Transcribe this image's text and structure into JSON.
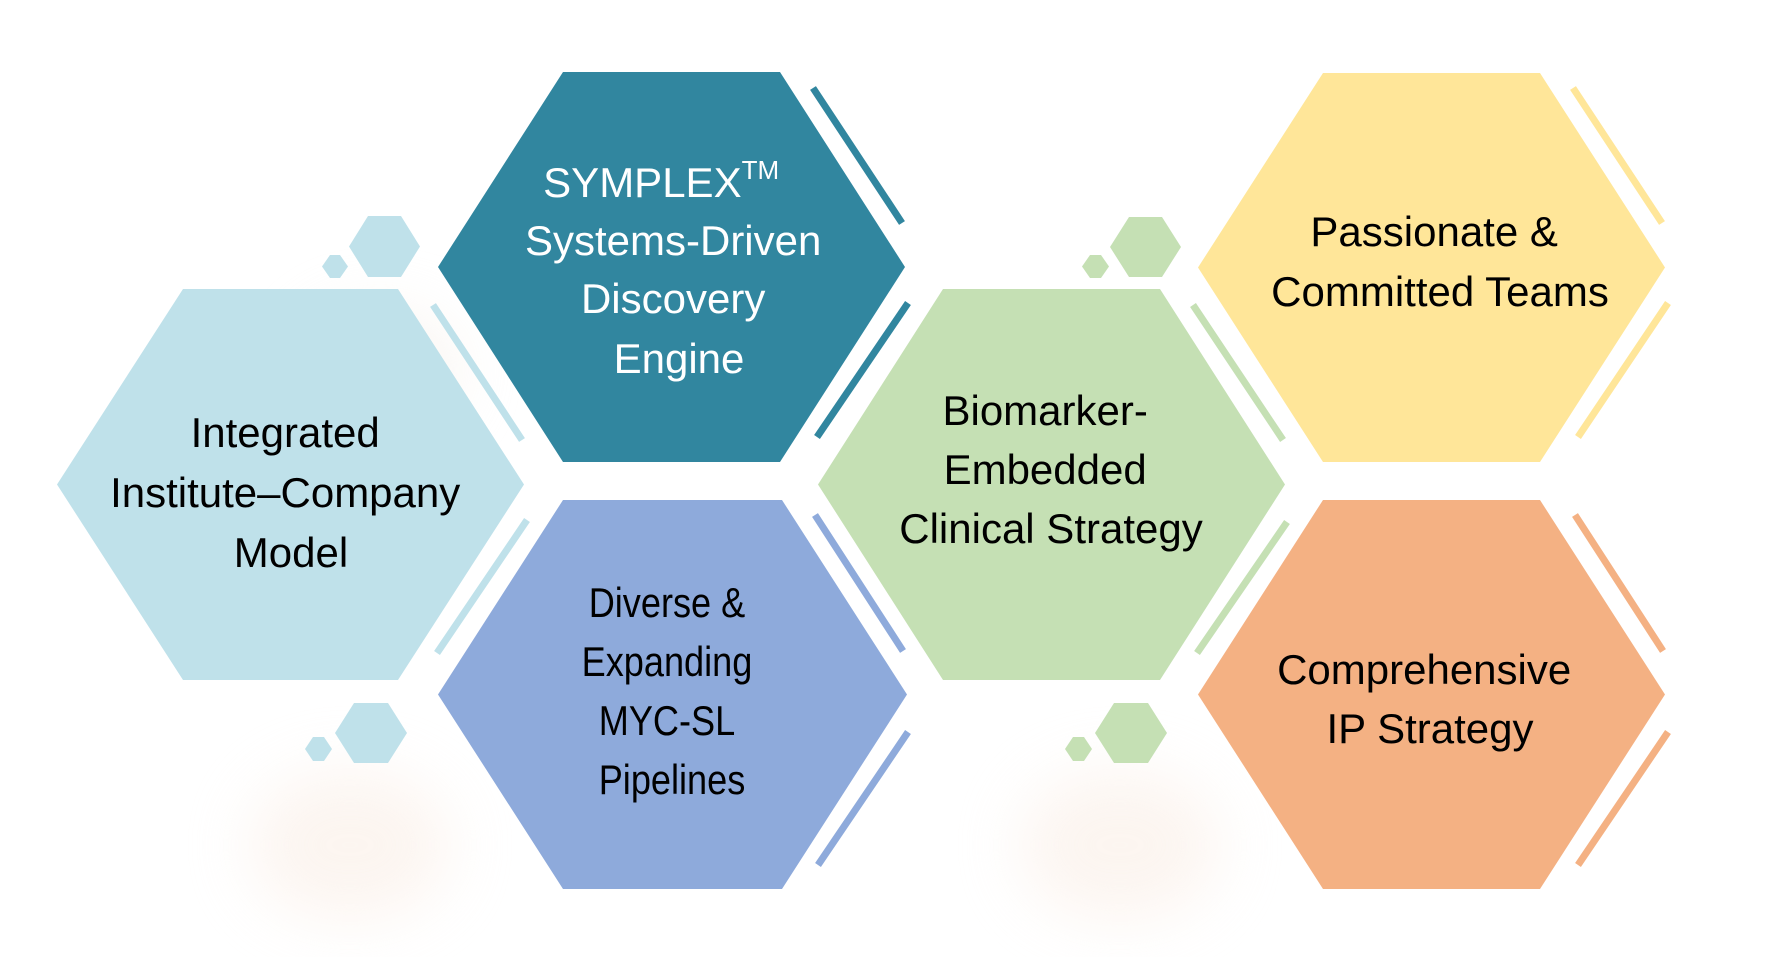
{
  "diagram": {
    "title": "",
    "colors": {
      "light_blue": "#bfe1ea",
      "teal": "#31869f",
      "periwinkle": "#8eaadb",
      "green": "#c5e0b4",
      "yellow": "#ffe699",
      "orange": "#f4b183",
      "text_dark": "#000000",
      "text_light": "#ffffff"
    },
    "hexagons": [
      {
        "id": "integrated-model",
        "color_key": "light_blue",
        "text_color_key": "text_dark",
        "lines": [
          "Integrated",
          "Institute–Company",
          "Model"
        ]
      },
      {
        "id": "symplex-engine",
        "color_key": "teal",
        "text_color_key": "text_light",
        "lines": [
          "SYMPLEX",
          "Systems-Driven",
          "Discovery",
          "Engine"
        ],
        "trademark": "TM"
      },
      {
        "id": "myc-sl-pipelines",
        "color_key": "periwinkle",
        "text_color_key": "text_dark",
        "lines": [
          "Diverse &",
          "Expanding",
          "MYC-SL",
          "Pipelines"
        ]
      },
      {
        "id": "clinical-strategy",
        "color_key": "green",
        "text_color_key": "text_dark",
        "lines": [
          "Biomarker-",
          "Embedded",
          "Clinical Strategy"
        ]
      },
      {
        "id": "committed-teams",
        "color_key": "yellow",
        "text_color_key": "text_dark",
        "lines": [
          "Passionate &",
          "Committed Teams"
        ]
      },
      {
        "id": "ip-strategy",
        "color_key": "orange",
        "text_color_key": "text_dark",
        "lines": [
          "Comprehensive",
          "IP Strategy"
        ]
      }
    ]
  }
}
